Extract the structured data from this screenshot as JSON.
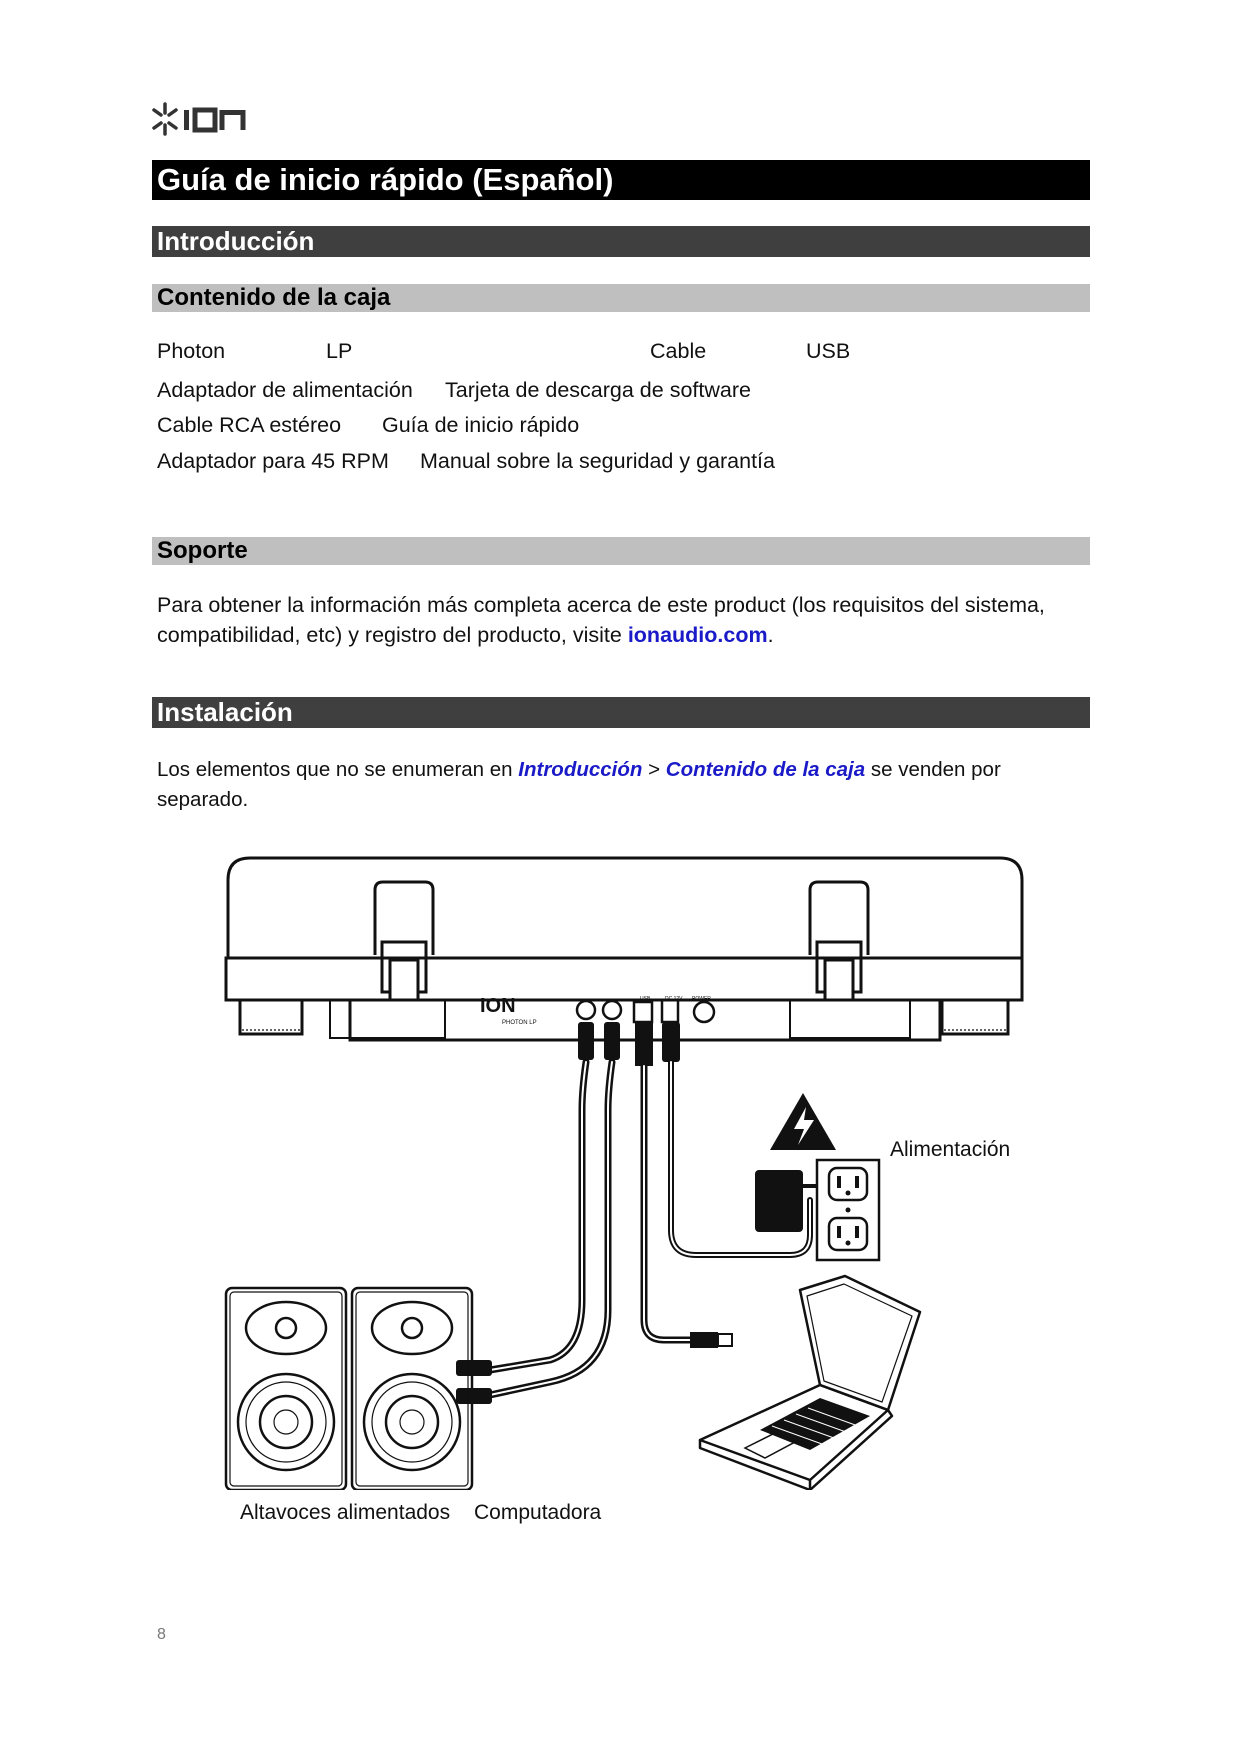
{
  "brand": {
    "logo_text": "ION"
  },
  "title": "Guía de inicio rápido (Español)",
  "sections": {
    "intro": "Introducción",
    "box_contents": "Contenido de la caja",
    "support": "Soporte",
    "install": "Instalación"
  },
  "box_items": {
    "photon": "Photon",
    "lp": "LP",
    "cable": "Cable",
    "usb": "USB",
    "adapter_power": "Adaptador de alimentación",
    "software_card": "Tarjeta de descarga de software",
    "rca_cable": "Cable RCA estéreo",
    "quickstart": "Guía de inicio rápido",
    "adapter_45": "Adaptador para 45 RPM",
    "safety_manual": "Manual sobre la seguridad y garantía"
  },
  "support": {
    "text_before": "Para obtener la información más completa acerca de este product (los requisitos del sistema, compatibilidad, etc) y registro del producto, visite ",
    "link": "ionaudio.com",
    "text_after": "."
  },
  "install": {
    "text_before": "Los elementos que no se enumeran en ",
    "link1": "Introducción",
    "sep": " > ",
    "link2": "Contenido de la caja",
    "text_after": " se venden por separado."
  },
  "diagram": {
    "label_power": "Alimentación",
    "label_speakers": "Altavoces alimentados",
    "label_computer": "Computadora",
    "panel_brand": "ION",
    "panel_model": "PHOTON LP",
    "panel_usb": "USB",
    "panel_power": "POWER",
    "panel_dc": "DC 12V"
  },
  "page_number": "8"
}
